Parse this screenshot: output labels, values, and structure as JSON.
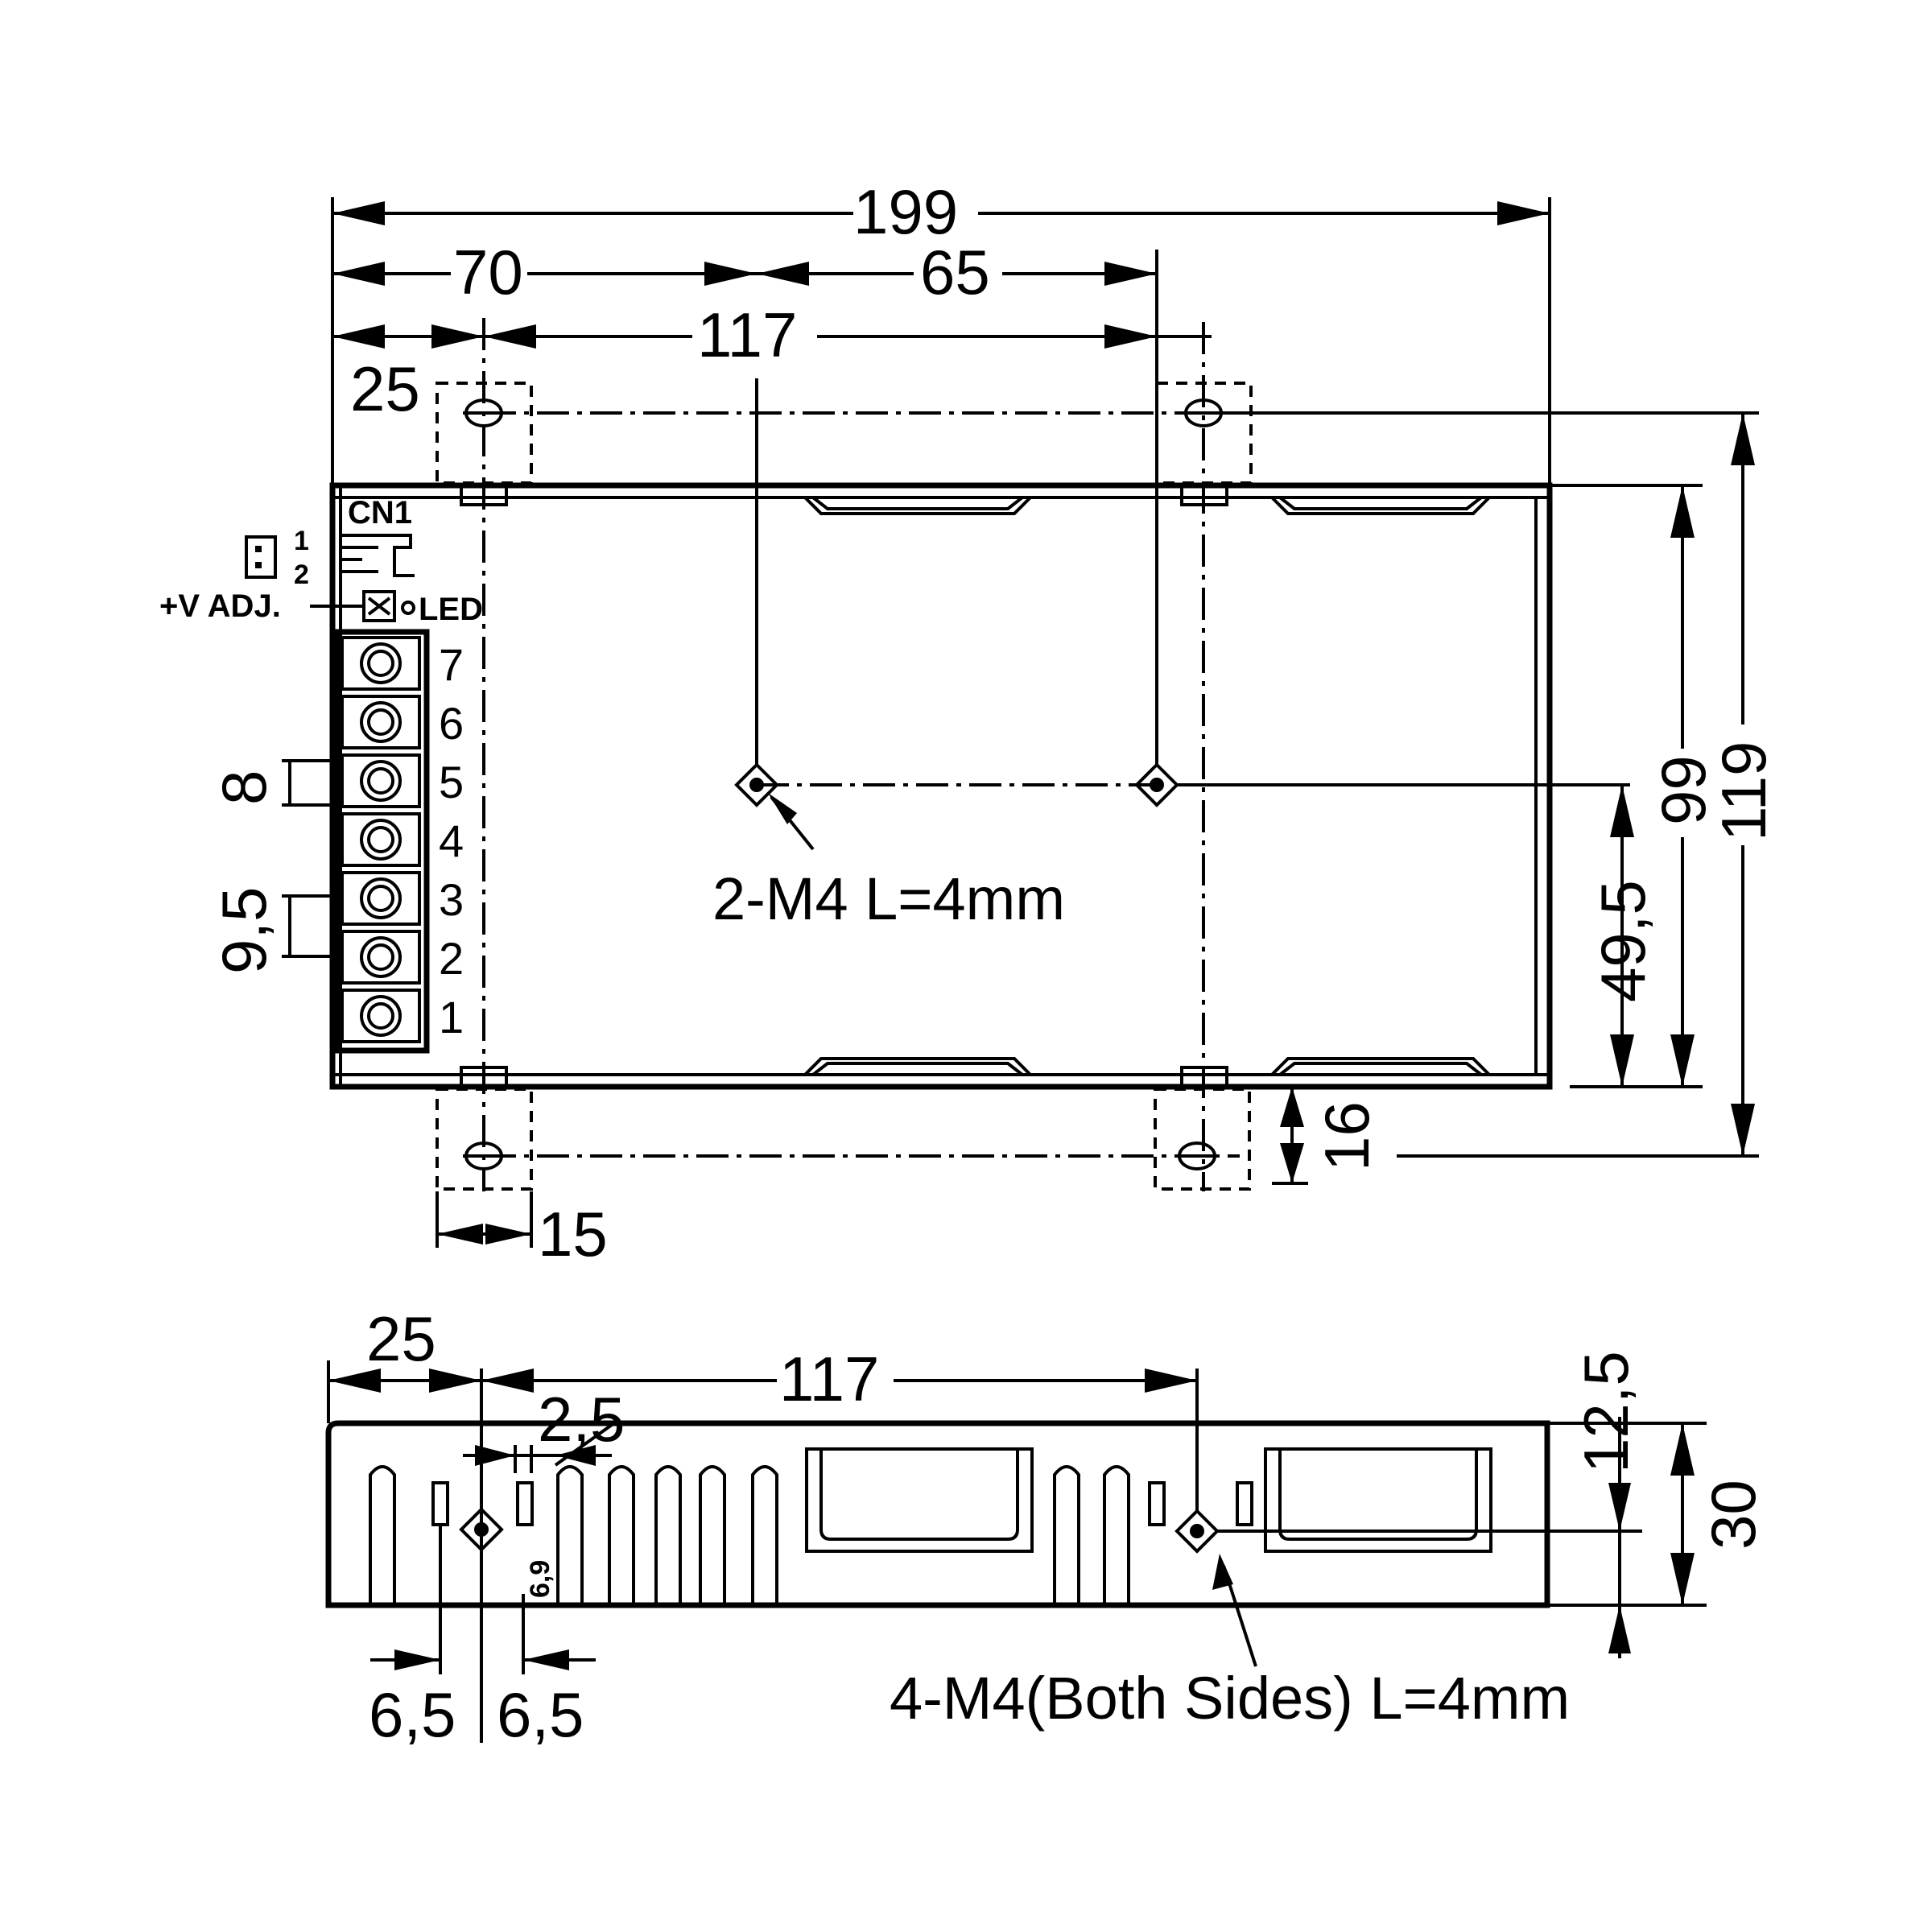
{
  "top_view": {
    "dims": {
      "overall_length": "199",
      "pitch_first": "70",
      "pitch_second": "65",
      "mount_hole_pitch": "117",
      "edge_to_hole": "25",
      "body_width": "99",
      "overall_width": "119",
      "screw_height": "49,5",
      "bracket_offset": "16",
      "bracket_width": "15",
      "terminal_pitch": "8",
      "terminal_span": "9,5"
    },
    "labels": {
      "connector": "CN1",
      "connector_pin_1": "1",
      "connector_pin_2": "2",
      "voltage_adjust": "+V ADJ.",
      "led": "LED",
      "screw_note": "2-M4 L=4mm"
    },
    "terminals": [
      "7",
      "6",
      "5",
      "4",
      "3",
      "2",
      "1"
    ]
  },
  "side_view": {
    "dims": {
      "edge_to_hole": "25",
      "mount_hole_pitch": "117",
      "slot_gap": "2,5",
      "slot_height": "6,9",
      "left_offset": "6,5",
      "right_offset": "6,5",
      "hole_height": "12,5",
      "overall_height": "30"
    },
    "labels": {
      "screw_note": "4-M4(Both Sides) L=4mm"
    }
  }
}
